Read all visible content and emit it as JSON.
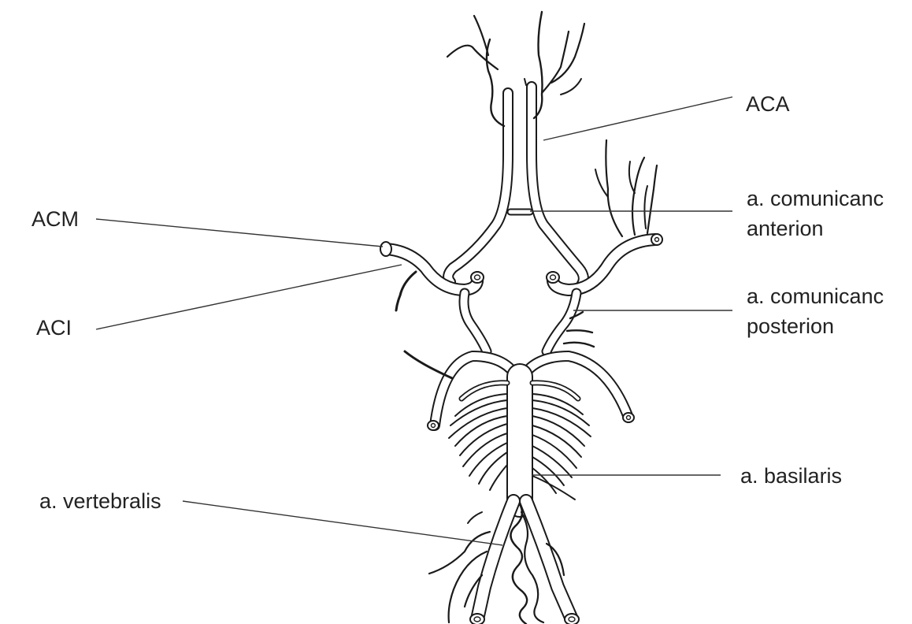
{
  "labels": {
    "aca": "ACA",
    "acm": "ACM",
    "aci": "ACI",
    "com_ant_line1": "a. comunicanc",
    "com_ant_line2": "anterion",
    "com_post_line1": "a. comunicanc",
    "com_post_line2": "posterion",
    "basilaris": "a. basilaris",
    "vertebralis": "a. vertebralis"
  },
  "colors": {
    "ink": "#1a1a1a",
    "background": "#ffffff"
  }
}
